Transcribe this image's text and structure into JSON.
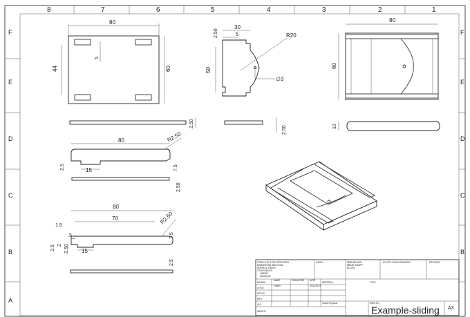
{
  "border": {
    "columns": [
      "8",
      "7",
      "6",
      "5",
      "4",
      "3",
      "2",
      "1"
    ],
    "rows": [
      "F",
      "E",
      "D",
      "C",
      "B",
      "A"
    ]
  },
  "dimensions": {
    "top_view": {
      "width": "80",
      "height": "60",
      "slot_offset": "44",
      "slot": "5"
    },
    "side_view": {
      "d30": "30",
      "d250": "2.50",
      "d5": "5",
      "r20": "R20",
      "h50": "50",
      "hole": "∅3"
    },
    "iso_top": {
      "width": "80",
      "height": "60"
    },
    "flat_side": "2.50",
    "flat_mid": "2.50",
    "iso_side": "10",
    "section1": {
      "width": "80",
      "fillet": "R2.50",
      "step": "2.5",
      "slot": "15",
      "h75": "7.5",
      "h250": "2.50"
    },
    "section2": {
      "w80": "80",
      "w70": "70",
      "d15": "1.5",
      "fillet": "R2.50",
      "d5a": ".5",
      "d25": "2.5",
      "d2": "2",
      "d250": "2.50",
      "slot": "15",
      "h75": "7.5",
      "h25": "2.5"
    }
  },
  "title_block": {
    "notes": [
      "FINISH: NO IF NOT SPECIFIED",
      "DIMENSIONS ARE IN MM",
      "SURFACE FINISH:",
      "TOLERANCES:",
      "LINEAR:",
      "ANGULAR:"
    ],
    "finish_label": "FINISH:",
    "deburr": [
      "DEBURR AND",
      "BREAK SHARP",
      "EDGES"
    ],
    "do_not_scale": "DO NOT SCALE DRAWING",
    "revision": "REVISION",
    "row_labels": [
      "DRAWN",
      "CHK'D",
      "APPV'D",
      "MFG",
      "Q.A"
    ],
    "name_header": "NAME",
    "signature_header": "SIGNATURE",
    "date_header": "DATE",
    "drawn_name": "Fabian",
    "drawn_date": "30/11/2023",
    "material": "MATERIAL:",
    "weight": "WEIGHT:",
    "material_value": "Cotton Plywood",
    "title_label": "TITLE:",
    "dwg_no": "DWG NO.",
    "title": "Example-sliding",
    "sheet_size": "A3"
  }
}
